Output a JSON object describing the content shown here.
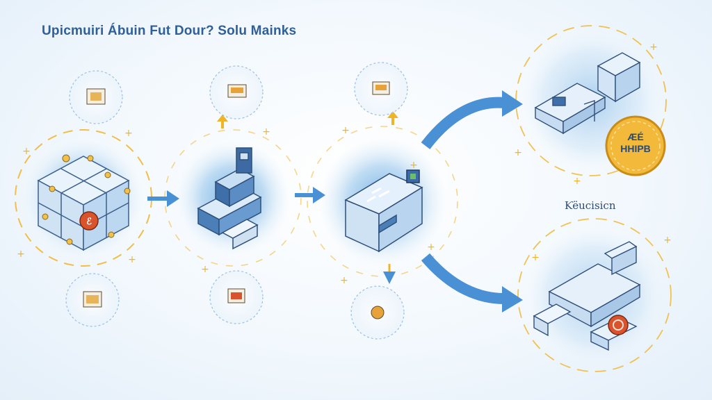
{
  "title": "Upicmuiri Ábuin Fut Dour? Solu Mainks",
  "side_label": "Ƙëucisicn",
  "badge": {
    "line1": "ÆÉ",
    "line2": "HHIPB"
  },
  "colors": {
    "accent_blue": "#4a90d4",
    "node_glow": "#5aa0dc",
    "dashed_ring": "#f0b429",
    "badge_fill": "#f2b93b",
    "badge_red": "#d9532c",
    "title_text": "#2f5f98"
  },
  "nodes": [
    {
      "id": "cube",
      "icon": "cube-network-icon"
    },
    {
      "id": "machine",
      "icon": "machine-icon"
    },
    {
      "id": "device",
      "icon": "device-box-icon"
    },
    {
      "id": "workstation",
      "icon": "workstation-icon"
    },
    {
      "id": "factory",
      "icon": "factory-icon"
    }
  ],
  "satellites": [
    {
      "id": "sat-1",
      "icon": "gear-cluster-icon"
    },
    {
      "id": "sat-2",
      "icon": "gear-cluster-icon"
    },
    {
      "id": "sat-3",
      "icon": "gear-cluster-icon"
    },
    {
      "id": "sat-4",
      "icon": "gear-cluster-icon"
    },
    {
      "id": "sat-5",
      "icon": "gear-cluster-icon"
    },
    {
      "id": "sat-6",
      "icon": "gear-cluster-icon"
    }
  ]
}
